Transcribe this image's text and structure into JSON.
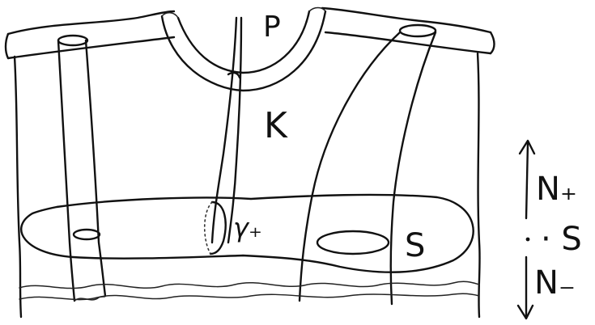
{
  "labels": {
    "p": "P",
    "k": "K",
    "gamma_plus": "γ₊",
    "s_surface": "S",
    "n_plus": "N₊",
    "s_axis": "· S",
    "n_minus": "N₋"
  },
  "ink_color": "#111111"
}
